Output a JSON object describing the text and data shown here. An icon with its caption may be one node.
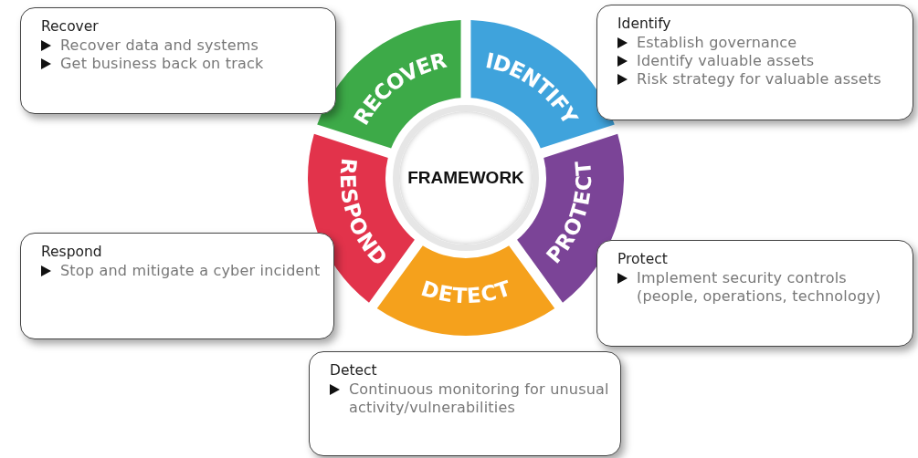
{
  "diagram": {
    "nodes": [
      {
        "text": [
          "Recover",
          "Recover data and systems",
          "Get business back on track"
        ]
      },
      {
        "text": [
          "RECOVER"
        ]
      },
      {
        "text": [
          "IDENTIFY"
        ]
      },
      {
        "text": [
          "Identify",
          "Establish governance",
          "Identify valuable assets",
          "Risk strategy for valuable assets"
        ]
      },
      {
        "text": [
          "FRAMEWORK"
        ]
      },
      {
        "text": [
          "RESPOND"
        ]
      },
      {
        "text": [
          "PROTECT"
        ]
      },
      {
        "text": [
          "Respond",
          "Stop and mitigate a cyber incident"
        ]
      },
      {
        "text": [
          "Protect",
          "Implement security controls (people, operations, technology)"
        ]
      },
      {
        "text": [
          "DETECT"
        ]
      },
      {
        "text": [
          "Detect",
          "Continuous monitoring for unusual activity/vulnerabilities"
        ]
      }
    ],
    "edges": []
  }
}
